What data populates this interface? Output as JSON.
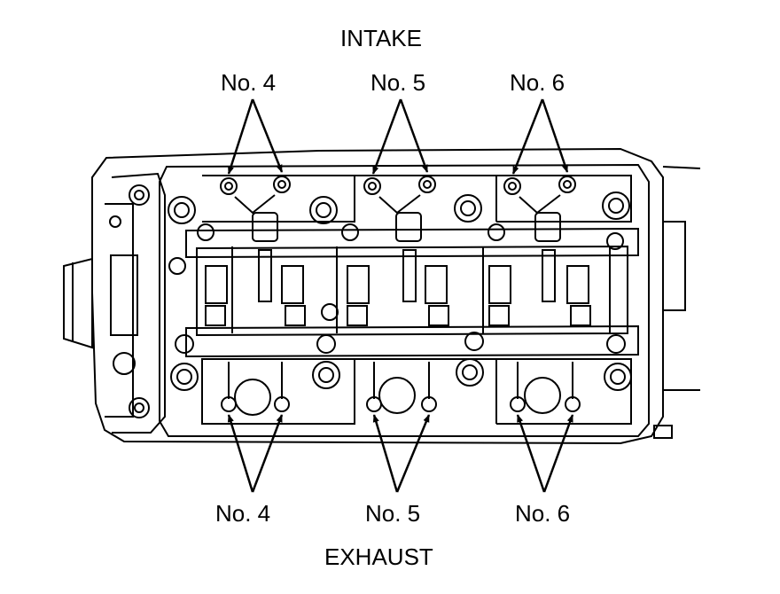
{
  "labels": {
    "intake": "INTAKE",
    "exhaust": "EXHAUST",
    "intake_cylinders": [
      "No. 4",
      "No. 5",
      "No. 6"
    ],
    "exhaust_cylinders": [
      "No. 4",
      "No. 5",
      "No. 6"
    ]
  },
  "colors": {
    "line": "#000000",
    "background": "#ffffff"
  }
}
